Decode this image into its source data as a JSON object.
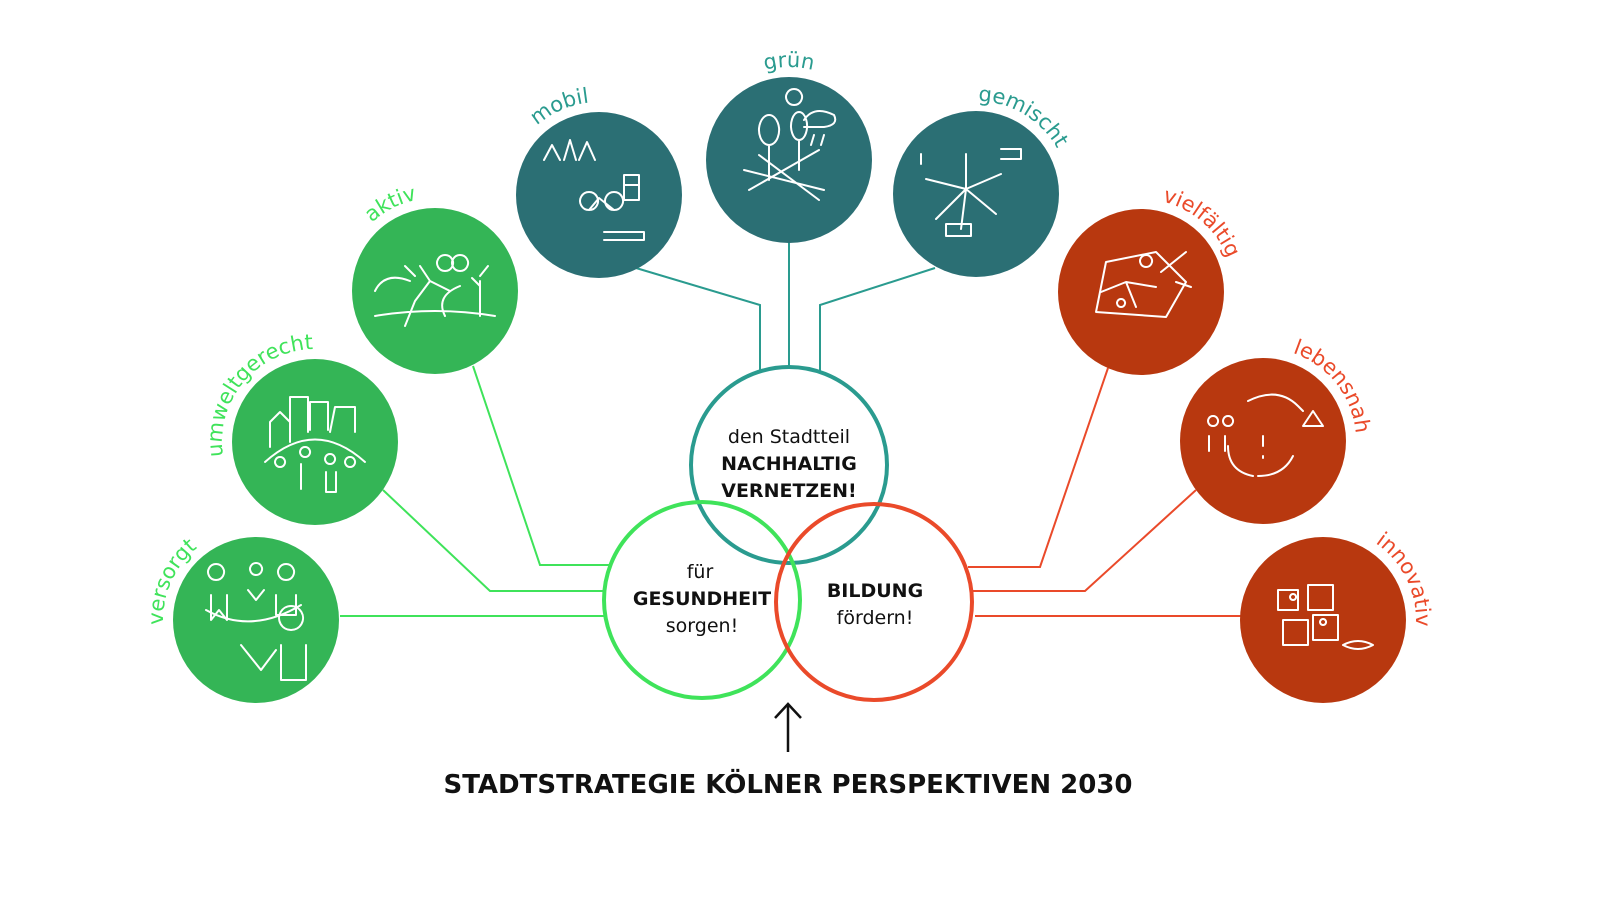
{
  "colors": {
    "green_fill": "#34b556",
    "green_line": "#3fe35a",
    "teal_fill": "#2b6f74",
    "teal_line": "#2a9b8f",
    "red_fill": "#b8380f",
    "red_line": "#ea4a2a"
  },
  "spokes": [
    {
      "label": "versorgt",
      "group": "green",
      "icon": "healthcare-sketch-icon"
    },
    {
      "label": "umweltgerecht",
      "group": "green",
      "icon": "city-people-sketch-icon"
    },
    {
      "label": "aktiv",
      "group": "green",
      "icon": "running-cycling-sketch-icon"
    },
    {
      "label": "mobil",
      "group": "teal",
      "icon": "bike-train-sketch-icon"
    },
    {
      "label": "grün",
      "group": "teal",
      "icon": "trees-rain-sketch-icon"
    },
    {
      "label": "gemischt",
      "group": "teal",
      "icon": "mixed-use-sketch-icon"
    },
    {
      "label": "vielfältig",
      "group": "red",
      "icon": "network-map-sketch-icon"
    },
    {
      "label": "lebensnah",
      "group": "red",
      "icon": "cycle-people-sketch-icon"
    },
    {
      "label": "innovativ",
      "group": "red",
      "icon": "puzzle-graduation-sketch-icon"
    }
  ],
  "centers": {
    "teal": {
      "line1": "den Stadtteil",
      "line2": "NACHHALTIG",
      "line3": "VERNETZEN!"
    },
    "green": {
      "line1": "für",
      "line2": "GESUNDHEIT",
      "line3": "sorgen!"
    },
    "red": {
      "line1": "BILDUNG",
      "line2": "fördern!"
    }
  },
  "footer": {
    "title": "STADTSTRATEGIE KÖLNER PERSPEKTIVEN 2030"
  }
}
